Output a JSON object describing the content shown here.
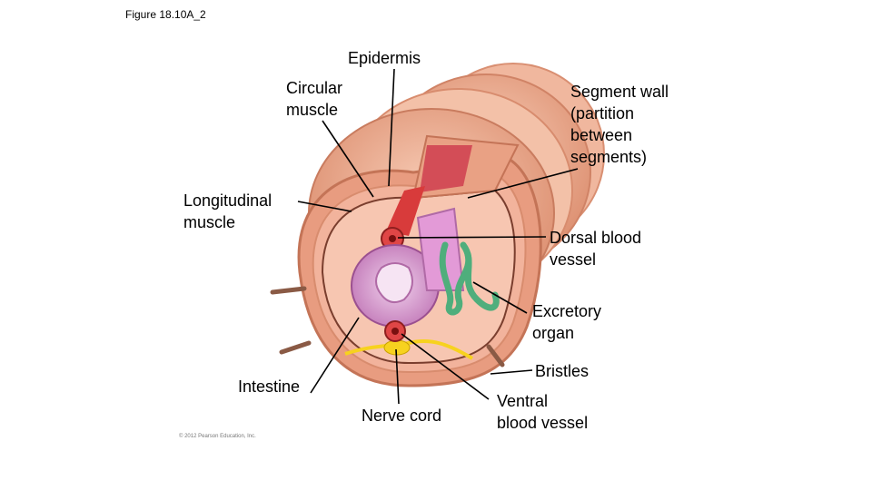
{
  "figure": {
    "id": "Figure 18.10A_2",
    "credit": "© 2012 Pearson Education, Inc."
  },
  "labels": {
    "epidermis": "Epidermis",
    "circular_muscle": "Circular\nmuscle",
    "segment_wall": "Segment wall\n(partition\nbetween\nsegments)",
    "longitudinal_muscle": "Longitudinal\nmuscle",
    "dorsal_blood_vessel": "Dorsal blood\nvessel",
    "excretory_organ": "Excretory\norgan",
    "bristles": "Bristles",
    "intestine": "Intestine",
    "nerve_cord": "Nerve cord",
    "ventral_blood_vessel": "Ventral\nblood vessel"
  },
  "colors": {
    "skin": "#e7a184",
    "skin_light": "#f4c2a9",
    "inner": "#f2b6a1",
    "intestine": "#cf8ac6",
    "blood_vessel": "#d83b3b",
    "excretory": "#5fbf8b",
    "nerve": "#f7d21f",
    "leader_line": "#000000"
  }
}
